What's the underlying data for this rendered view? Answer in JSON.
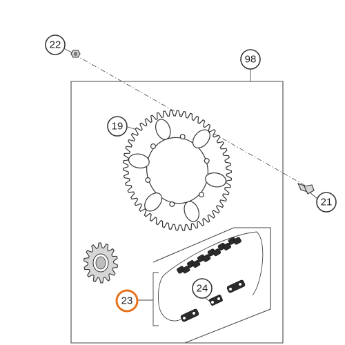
{
  "callouts": {
    "c22": "22",
    "c98": "98",
    "c19": "19",
    "c21": "21",
    "c24": "24",
    "c23": "23"
  },
  "colors": {
    "highlight": "#e8711c",
    "line": "#333333",
    "background": "#ffffff"
  }
}
